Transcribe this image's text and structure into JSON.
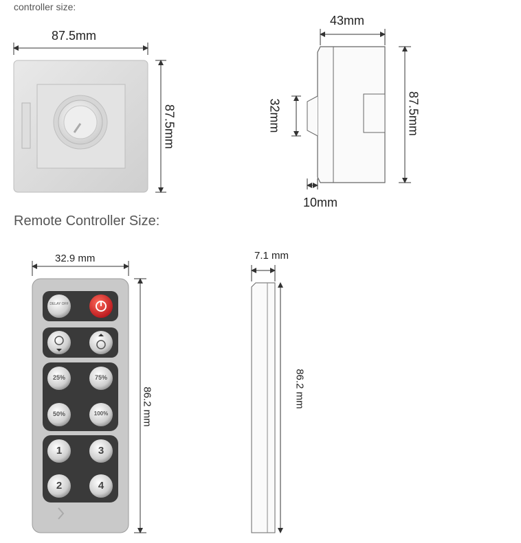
{
  "captions": {
    "controller": "controller size:",
    "remote": "Remote Controller Size:"
  },
  "wall_controller_front": {
    "width_label": "87.5mm",
    "height_label": "87.5mm"
  },
  "wall_controller_side": {
    "depth_label": "43mm",
    "height_label": "87.5mm",
    "knob_label": "32mm",
    "bottom_label": "10mm"
  },
  "remote_front": {
    "width_label": "32.9 mm",
    "height_label": "86.2 mm",
    "buttons": {
      "delay_off": "DELAY OFF",
      "p25": "25%",
      "p75": "75%",
      "p50": "50%",
      "p100": "100%",
      "b1": "1",
      "b3": "3",
      "b2": "2",
      "b4": "4"
    }
  },
  "remote_side": {
    "thickness_label": "7.1 mm",
    "height_label": "86.2 mm"
  },
  "colors": {
    "power_red": "#d8232a",
    "remote_body": "#c9c9c9",
    "remote_dark": "#3a3a3a",
    "button_silver": "#dcdcdc"
  }
}
